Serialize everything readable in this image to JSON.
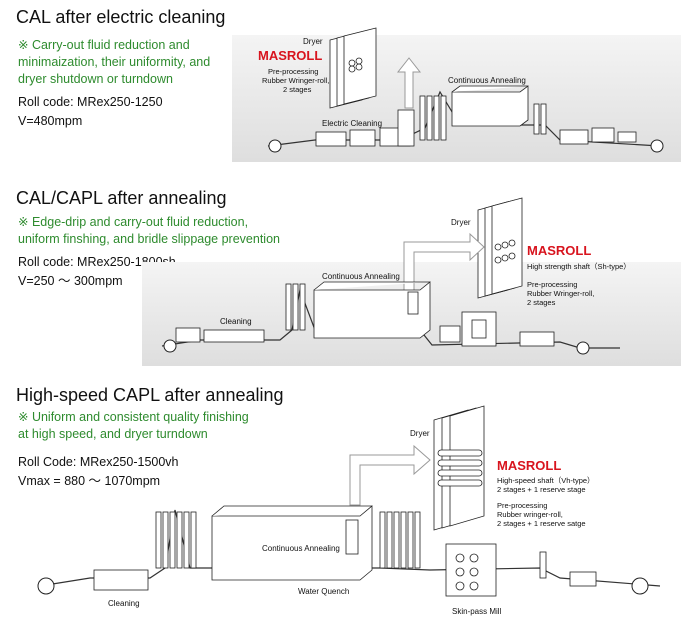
{
  "sections": [
    {
      "title": "CAL after electric cleaning",
      "note_lines": [
        "※ Carry-out fluid reduction and",
        "minimaization, their uniformity, and",
        "dryer shutdown or turndown"
      ],
      "code_lines": [
        "Roll code: MRex250-1250",
        "V=480mpm"
      ],
      "labels": {
        "dryer": "Dryer",
        "brand": "MASROLL",
        "pre1": "Pre-processing",
        "pre2": "Rubber Wringer-roll,",
        "pre3": "2 stages",
        "cleaning": "Electric Cleaning",
        "annealing": "Continuous Annealing"
      }
    },
    {
      "title": "CAL/CAPL after annealing",
      "note_lines": [
        "※ Edge-drip and carry-out fluid reduction,",
        "uniform finshing, and bridle slippage prevention"
      ],
      "code_lines": [
        "Roll code: MRex250-1800sh",
        "V=250 ～ 300mpm"
      ],
      "labels": {
        "dryer": "Dryer",
        "brand": "MASROLL",
        "shaft": "High strength shaft（Sh-type）",
        "pre1": "Pre-processing",
        "pre2": "Rubber Wringer-roll,",
        "pre3": "2 stages",
        "annealing": "Continuous Annealing",
        "cleaning": "Cleaning"
      }
    },
    {
      "title": "High-speed CAPL after annealing",
      "note_lines": [
        "※ Uniform and consistent quality finishing",
        "at high speed, and dryer turndown"
      ],
      "code_lines": [
        "Roll Code: MRex250-1500vh",
        "Vmax = 880 ～ 1070mpm"
      ],
      "labels": {
        "dryer": "Dryer",
        "brand": "MASROLL",
        "shaft1": "High-speed shaft（Vh-type）",
        "shaft2": "2 stages + 1 reserve stage",
        "pre1": "Pre-processing",
        "pre2": "Rubber wringer-roll,",
        "pre3": "2 stages + 1 reserve satge",
        "annealing": "Continuous Annealing",
        "quench": "Water Quench",
        "cleaning": "Cleaning",
        "skinpass": "Skin-pass Mill"
      }
    }
  ],
  "colors": {
    "brand": "#d8141e",
    "note": "#2e8b2e"
  }
}
